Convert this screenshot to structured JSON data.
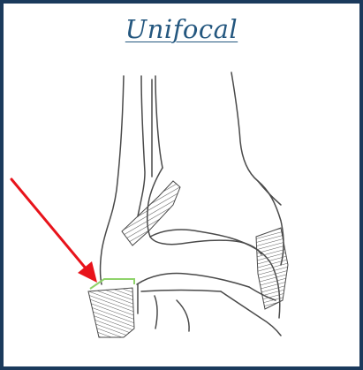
{
  "title": "Unifocal",
  "colors": {
    "frame_border": "#1b3a5c",
    "title_text": "#24577f",
    "bone_outline": "#4a4a4a",
    "fracture_line": "#8fd36a",
    "arrow": "#e8131b"
  },
  "illustration": {
    "subject": "ankle-joint-line-drawing",
    "indicator": "red-arrow"
  }
}
